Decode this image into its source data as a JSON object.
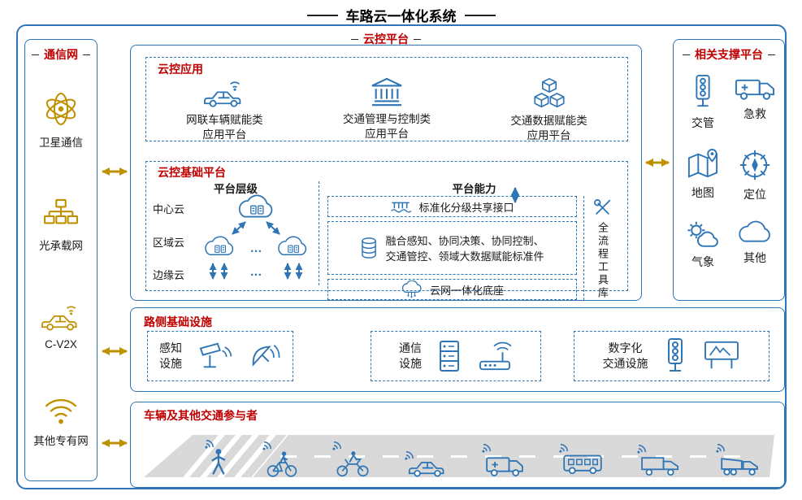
{
  "colors": {
    "blue": "#2e75b6",
    "red": "#c00000",
    "gold": "#bf9000",
    "ink": "#1a1a1a",
    "road": "#d9d9d9"
  },
  "title": "车路云一体化系统",
  "comm": {
    "title": "通信网",
    "items": [
      {
        "label": "卫星通信",
        "icon": "satellite-orbit-icon"
      },
      {
        "label": "光承载网",
        "icon": "optical-network-icon"
      },
      {
        "label": "C-V2X",
        "icon": "connected-car-icon"
      },
      {
        "label": "其他专有网",
        "icon": "wifi-icon"
      }
    ]
  },
  "cloud": {
    "title": "云控平台",
    "apps": {
      "title": "云控应用",
      "items": [
        {
          "label": "网联车辆赋能类\n应用平台",
          "icon": "connected-car-icon"
        },
        {
          "label": "交通管理与控制类\n应用平台",
          "icon": "institution-icon"
        },
        {
          "label": "交通数据赋能类\n应用平台",
          "icon": "data-cubes-icon"
        }
      ]
    },
    "base": {
      "title": "云控基础平台",
      "hierarchy": {
        "title": "平台层级",
        "levels": [
          "中心云",
          "区域云",
          "边缘云"
        ],
        "ellipsis": "…"
      },
      "capability": {
        "title": "平台能力",
        "rows": [
          "标准化分级共享接口",
          "融合感知、协同决策、协同控制、\n交通管控、领域大数据赋能标准件",
          "云网一体化底座"
        ],
        "toolbox": "全流程工具库"
      }
    }
  },
  "support": {
    "title": "相关支撑平台",
    "items": [
      {
        "label": "交管",
        "icon": "traffic-light-icon"
      },
      {
        "label": "急救",
        "icon": "ambulance-icon"
      },
      {
        "label": "地图",
        "icon": "map-icon"
      },
      {
        "label": "定位",
        "icon": "compass-icon"
      },
      {
        "label": "气象",
        "icon": "weather-icon"
      },
      {
        "label": "其他",
        "icon": "cloud-icon"
      }
    ]
  },
  "roadside": {
    "title": "路侧基础设施",
    "groups": [
      {
        "label": "感知\n设施",
        "icons": [
          "cctv-camera-icon",
          "radar-icon"
        ]
      },
      {
        "label": "通信\n设施",
        "icons": [
          "server-rack-icon",
          "router-icon"
        ]
      },
      {
        "label": "数字化\n交通设施",
        "icons": [
          "traffic-light-icon",
          "billboard-icon"
        ]
      }
    ]
  },
  "traffic": {
    "title": "车辆及其他交通参与者",
    "participants": [
      "pedestrian",
      "bicycle",
      "motorcycle",
      "car",
      "ambulance",
      "bus",
      "truck",
      "dump-truck"
    ]
  }
}
